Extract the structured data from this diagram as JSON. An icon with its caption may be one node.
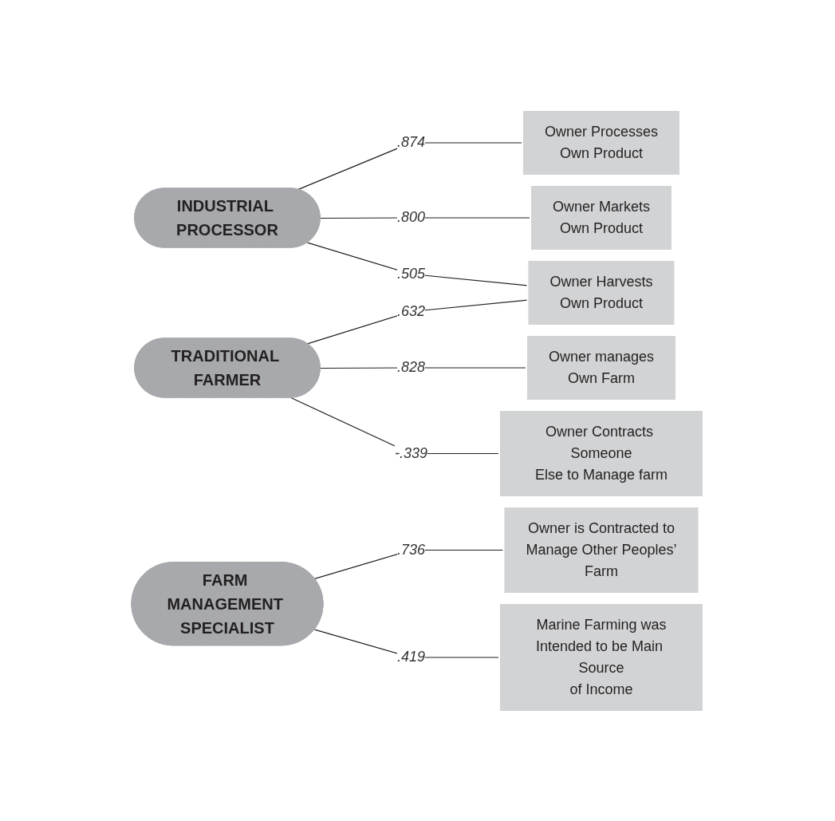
{
  "diagram": {
    "nodes": [
      {
        "text": [
          "INDUSTRIAL PROCESSOR"
        ]
      },
      {
        "text": [
          "TRADITIONAL FARMER"
        ]
      },
      {
        "text": [
          "FARM MANAGEMENT SPECIALIST"
        ]
      },
      {
        "text": [
          "Owner Processes Own Product"
        ]
      },
      {
        "text": [
          "Owner Markets Own Product"
        ]
      },
      {
        "text": [
          "Owner Harvests Own Product"
        ]
      },
      {
        "text": [
          "Owner manages Own Farm"
        ]
      },
      {
        "text": [
          "Owner Contracts Someone Else to Manage farm"
        ]
      },
      {
        "text": [
          "Owner is Contracted to Manage Other Peoples’ Farm"
        ]
      },
      {
        "text": [
          "Marine Farming was Intended to be Main Source of Income"
        ]
      }
    ],
    "edges": [
      {
        "from": 0,
        "to": 3,
        "arrow": "none",
        "label": ".874"
      },
      {
        "from": 0,
        "to": 4,
        "arrow": "none",
        "label": ".800"
      },
      {
        "from": 0,
        "to": 5,
        "arrow": "none",
        "label": ".505"
      },
      {
        "from": 1,
        "to": 5,
        "arrow": "none",
        "label": ".632"
      },
      {
        "from": 1,
        "to": 6,
        "arrow": "none",
        "label": ".828"
      },
      {
        "from": 1,
        "to": 7,
        "arrow": "none",
        "label": "-.339"
      },
      {
        "from": 2,
        "to": 8,
        "arrow": "none",
        "label": ".736"
      },
      {
        "from": 2,
        "to": 9,
        "arrow": "none",
        "label": ".419"
      }
    ]
  }
}
